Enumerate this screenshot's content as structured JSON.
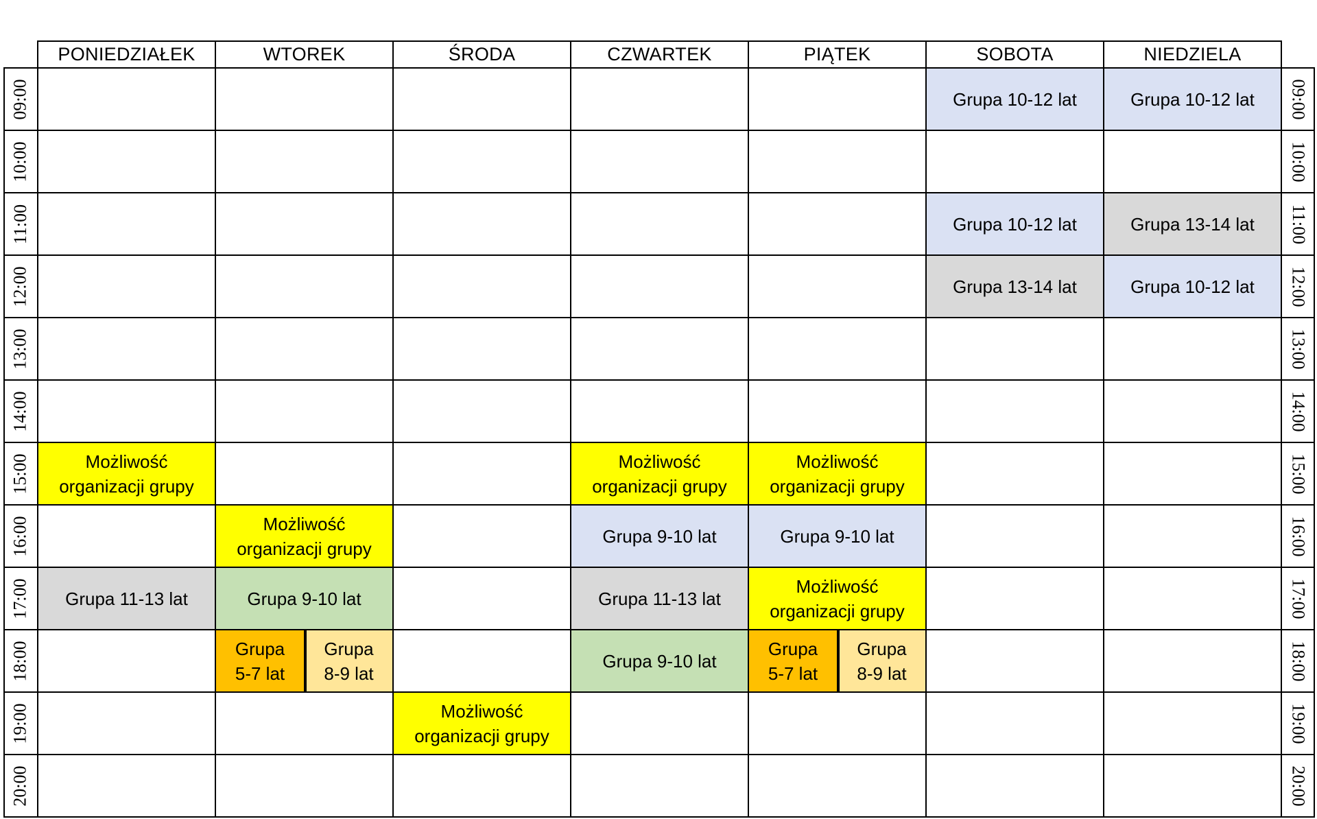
{
  "days": [
    "PONIEDZIAŁEK",
    "WTOREK",
    "ŚRODA",
    "CZWARTEK",
    "PIĄTEK",
    "SOBOTA",
    "NIEDZIELA"
  ],
  "times": [
    "09:00",
    "10:00",
    "11:00",
    "12:00",
    "13:00",
    "14:00",
    "15:00",
    "16:00",
    "17:00",
    "18:00",
    "19:00",
    "20:00"
  ],
  "colors": {
    "yellow": "#FFFF00",
    "blue": "#DAE1F3",
    "grey": "#D9D9D9",
    "green": "#C5E0B4",
    "orange": "#FFC000",
    "light_orange": "#FFE699",
    "grid": "#000000"
  },
  "events": [
    {
      "day": 5,
      "slot": 0,
      "text": "Grupa 10-12 lat",
      "color": "blue"
    },
    {
      "day": 6,
      "slot": 0,
      "text": "Grupa 10-12 lat",
      "color": "blue"
    },
    {
      "day": 5,
      "slot": 2,
      "text": "Grupa 10-12 lat",
      "color": "blue"
    },
    {
      "day": 6,
      "slot": 2,
      "text": "Grupa 13-14 lat",
      "color": "grey"
    },
    {
      "day": 5,
      "slot": 3,
      "text": "Grupa 13-14 lat",
      "color": "grey"
    },
    {
      "day": 6,
      "slot": 3,
      "text": "Grupa 10-12 lat",
      "color": "blue"
    },
    {
      "day": 0,
      "slot": 6,
      "text": "Możliwość\norganizacji grupy",
      "color": "yellow"
    },
    {
      "day": 3,
      "slot": 6,
      "text": "Możliwość\norganizacji grupy",
      "color": "yellow"
    },
    {
      "day": 4,
      "slot": 6,
      "text": "Możliwość\norganizacji grupy",
      "color": "yellow"
    },
    {
      "day": 1,
      "slot": 7,
      "text": "Możliwość\norganizacji grupy",
      "color": "yellow"
    },
    {
      "day": 3,
      "slot": 7,
      "text": "Grupa 9-10 lat",
      "color": "blue"
    },
    {
      "day": 4,
      "slot": 7,
      "text": "Grupa 9-10 lat",
      "color": "blue"
    },
    {
      "day": 0,
      "slot": 8,
      "text": "Grupa 11-13 lat",
      "color": "grey"
    },
    {
      "day": 1,
      "slot": 8,
      "text": "Grupa 9-10 lat",
      "color": "green"
    },
    {
      "day": 3,
      "slot": 8,
      "text": "Grupa 11-13 lat",
      "color": "grey"
    },
    {
      "day": 4,
      "slot": 8,
      "text": "Możliwość\norganizacji grupy",
      "color": "yellow"
    },
    {
      "day": 1,
      "slot": 9,
      "half": 0,
      "text": "Grupa\n5-7 lat",
      "color": "orange"
    },
    {
      "day": 1,
      "slot": 9,
      "half": 1,
      "text": "Grupa\n8-9 lat",
      "color": "light_orange"
    },
    {
      "day": 3,
      "slot": 9,
      "text": "Grupa 9-10 lat",
      "color": "green"
    },
    {
      "day": 4,
      "slot": 9,
      "half": 0,
      "text": "Grupa\n5-7 lat",
      "color": "orange"
    },
    {
      "day": 4,
      "slot": 9,
      "half": 1,
      "text": "Grupa\n8-9 lat",
      "color": "light_orange"
    },
    {
      "day": 2,
      "slot": 10,
      "text": "Możliwość\norganizacji grupy",
      "color": "yellow"
    }
  ]
}
